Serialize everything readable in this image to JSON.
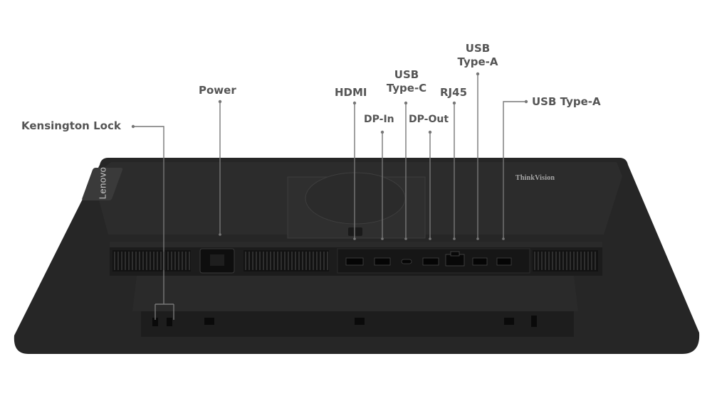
{
  "labels": {
    "kensington": "Kensington Lock",
    "power": "Power",
    "hdmi": "HDMI",
    "dp_in": "DP-In",
    "usbc_line1": "USB",
    "usbc_line2": "Type-C",
    "dp_out": "DP-Out",
    "rj45": "RJ45",
    "usba_top_line1": "USB",
    "usba_top_line2": "Type-A",
    "usba_right": "USB Type-A"
  },
  "branding": {
    "logo": "Lenovo",
    "model_badge": "ThinkVision"
  },
  "colors": {
    "background": "#ffffff",
    "label_text": "#555555",
    "leader_line": "#777777",
    "monitor_body": "#262626"
  }
}
